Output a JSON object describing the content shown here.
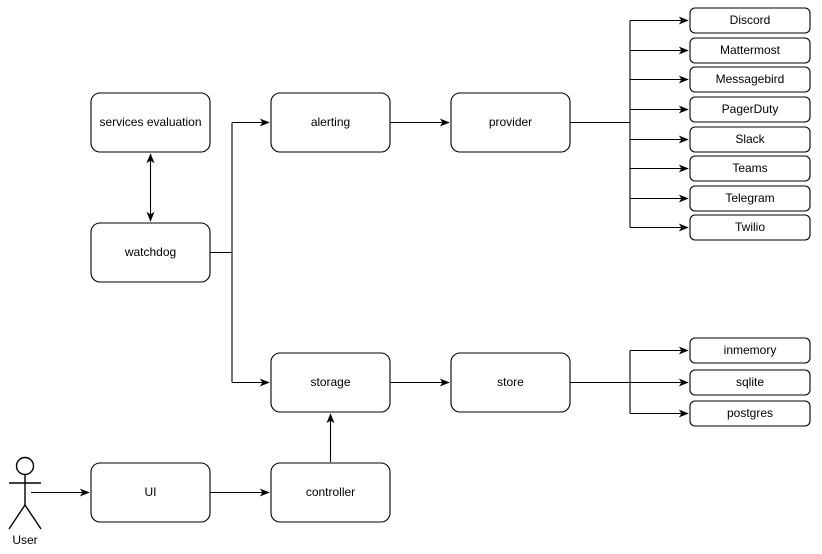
{
  "diagram": {
    "title": "service architecture flow diagram",
    "background_color": "#ffffff",
    "stroke_color": "#000000",
    "fill_color": "#ffffff",
    "actor": {
      "label": "User",
      "shape": "stick-figure"
    },
    "nodes": {
      "services_evaluation": "services evaluation",
      "watchdog": "watchdog",
      "alerting": "alerting",
      "provider": "provider",
      "storage": "storage",
      "store": "store",
      "ui": "UI",
      "controller": "controller"
    },
    "providers": [
      "Discord",
      "Mattermost",
      "Messagebird",
      "PagerDuty",
      "Slack",
      "Teams",
      "Telegram",
      "Twilio"
    ],
    "stores": [
      "inmemory",
      "sqlite",
      "postgres"
    ],
    "edges": [
      {
        "from": "User",
        "to": "UI",
        "type": "arrow"
      },
      {
        "from": "UI",
        "to": "controller",
        "type": "arrow"
      },
      {
        "from": "controller",
        "to": "storage",
        "type": "arrow"
      },
      {
        "from": "watchdog",
        "to": "services evaluation",
        "type": "double-arrow"
      },
      {
        "from": "watchdog",
        "to": "alerting",
        "type": "arrow"
      },
      {
        "from": "watchdog",
        "to": "storage",
        "type": "arrow"
      },
      {
        "from": "alerting",
        "to": "provider",
        "type": "arrow"
      },
      {
        "from": "storage",
        "to": "store",
        "type": "arrow"
      },
      {
        "from": "provider",
        "to": "Discord",
        "type": "arrow"
      },
      {
        "from": "provider",
        "to": "Mattermost",
        "type": "arrow"
      },
      {
        "from": "provider",
        "to": "Messagebird",
        "type": "arrow"
      },
      {
        "from": "provider",
        "to": "PagerDuty",
        "type": "arrow"
      },
      {
        "from": "provider",
        "to": "Slack",
        "type": "arrow"
      },
      {
        "from": "provider",
        "to": "Teams",
        "type": "arrow"
      },
      {
        "from": "provider",
        "to": "Telegram",
        "type": "arrow"
      },
      {
        "from": "provider",
        "to": "Twilio",
        "type": "arrow"
      },
      {
        "from": "store",
        "to": "inmemory",
        "type": "arrow"
      },
      {
        "from": "store",
        "to": "sqlite",
        "type": "arrow"
      },
      {
        "from": "store",
        "to": "postgres",
        "type": "arrow"
      }
    ]
  }
}
